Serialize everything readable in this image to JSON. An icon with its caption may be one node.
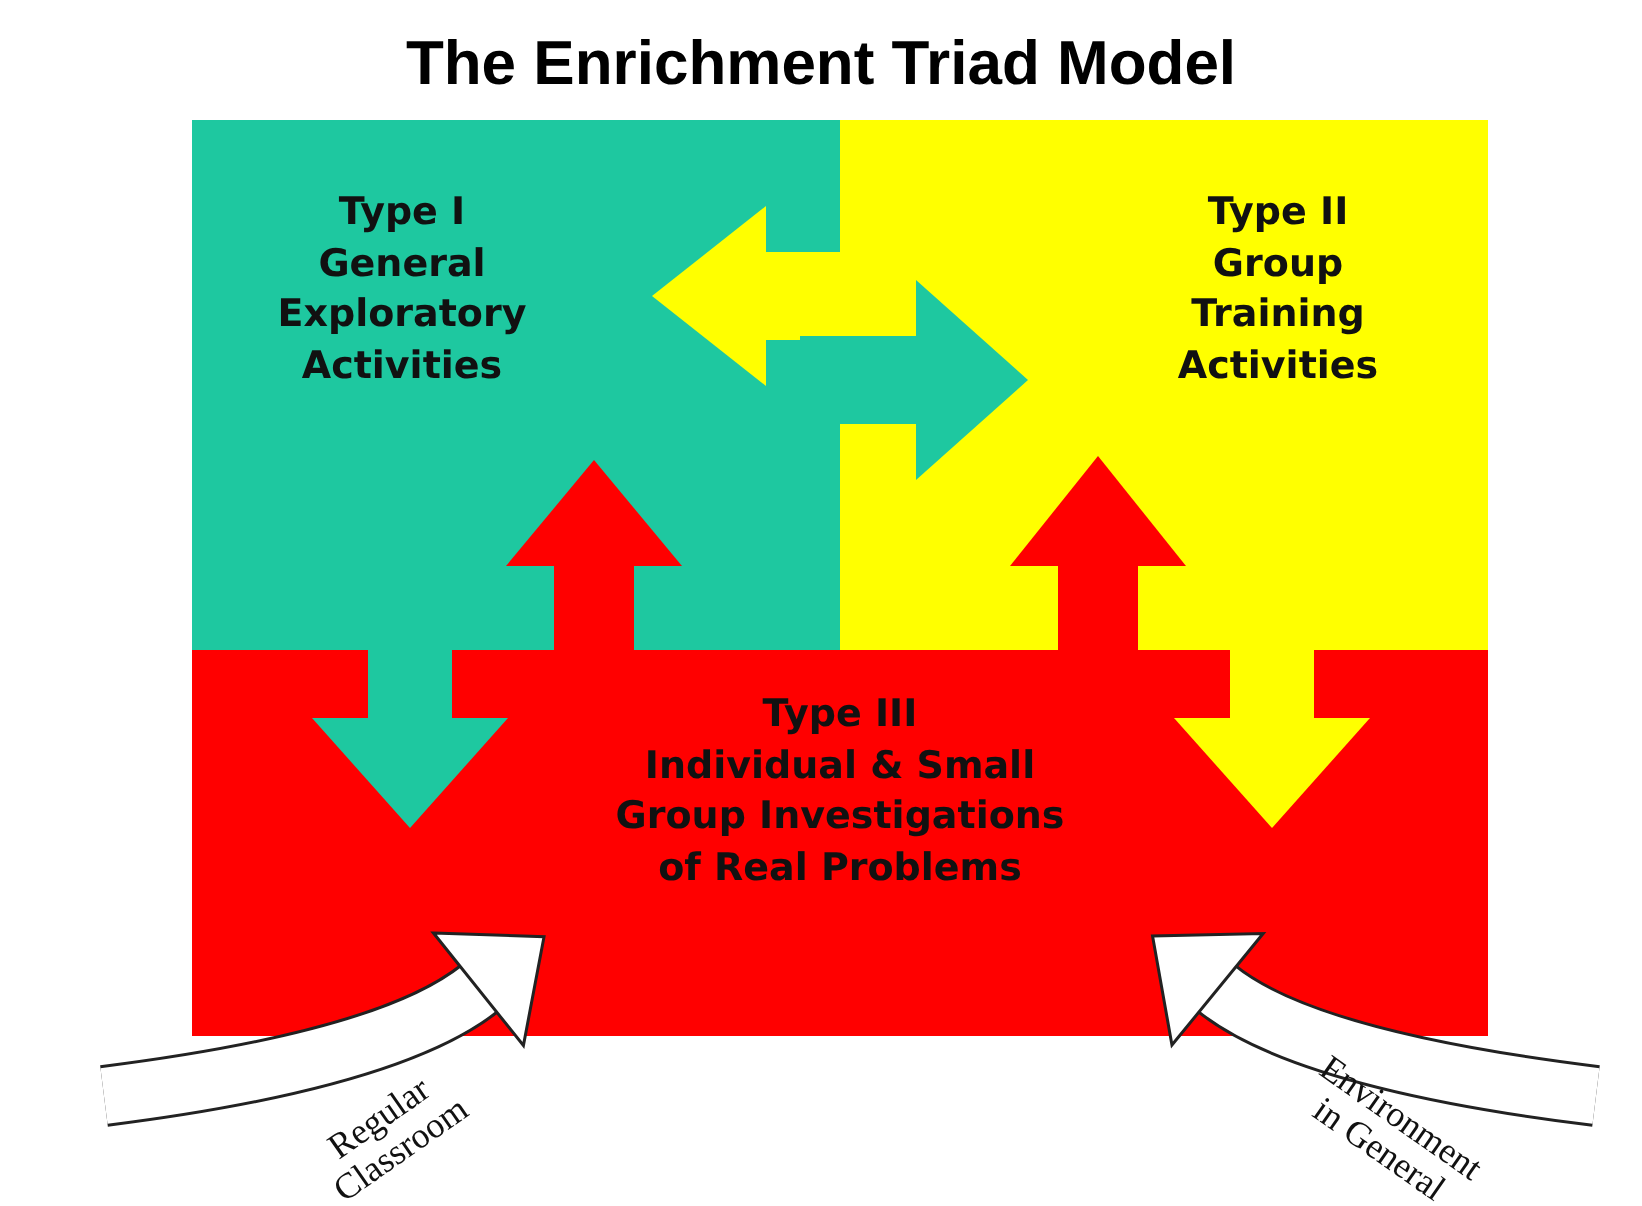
{
  "diagram": {
    "title": "The Enrichment Triad Model",
    "nodes": [
      {
        "text": [
          "Type I",
          "General Exploratory Activities"
        ]
      },
      {
        "text": [
          "Type II",
          "Group Training Activities"
        ]
      },
      {
        "text": [
          "Type III",
          "Individual & Small Group Investigations of Real Problems"
        ]
      }
    ],
    "edges": [
      {
        "from": 1,
        "to": 0,
        "arrow": "to",
        "color": "#ffff00"
      },
      {
        "from": 0,
        "to": 1,
        "arrow": "to",
        "color": "#1ec8a0"
      },
      {
        "from": 2,
        "to": 0,
        "arrow": "to",
        "color": "#ff0000"
      },
      {
        "from": 0,
        "to": 2,
        "arrow": "to",
        "color": "#1ec8a0"
      },
      {
        "from": 2,
        "to": 1,
        "arrow": "to",
        "color": "#ff0000"
      },
      {
        "from": 1,
        "to": 2,
        "arrow": "to",
        "color": "#ffff00"
      },
      {
        "from": null,
        "to": 2,
        "arrow": "to",
        "color": "#ffffff",
        "label": "Regular Classroom"
      },
      {
        "from": null,
        "to": 2,
        "arrow": "to",
        "color": "#ffffff",
        "label": "Environment in General"
      }
    ]
  }
}
